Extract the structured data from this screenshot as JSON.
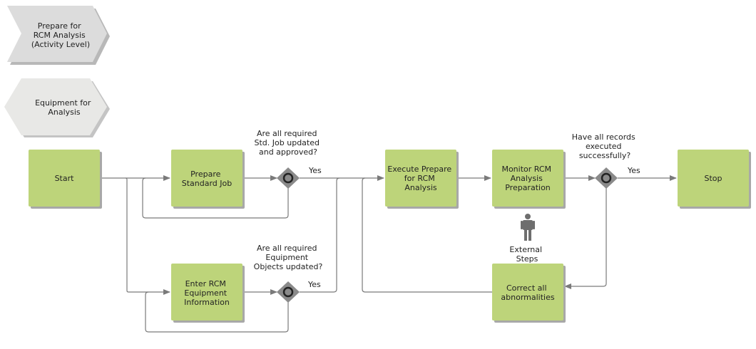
{
  "colors": {
    "activity_fill": "#bdd47a",
    "activity_shadow": "#9a9a9a",
    "chevron_fill": "#dcdcdc",
    "hexagon_fill": "#e8e8e6",
    "gateway_fill": "#8a8a8a",
    "connector": "#7a7a7a"
  },
  "chevron": {
    "lines": [
      "Prepare for",
      "RCM Analysis",
      "(Activity Level)"
    ]
  },
  "hexagon": {
    "lines": [
      "Equipment for",
      "Analysis"
    ]
  },
  "activities": {
    "start": {
      "lines": [
        "Start"
      ]
    },
    "prepare_std_job": {
      "lines": [
        "Prepare",
        "Standard Job"
      ]
    },
    "enter_rcm": {
      "lines": [
        "Enter RCM",
        "Equipment",
        "Information"
      ]
    },
    "execute": {
      "lines": [
        "Execute Prepare",
        "for RCM",
        "Analysis"
      ]
    },
    "monitor": {
      "lines": [
        "Monitor RCM",
        "Analysis",
        "Preparation"
      ]
    },
    "correct": {
      "lines": [
        "Correct all",
        "abnormalities"
      ]
    },
    "stop": {
      "lines": [
        "Stop"
      ]
    }
  },
  "gateways": {
    "g1": {
      "question": [
        "Are all required",
        "Std. Job updated",
        "and approved?"
      ],
      "yes": "Yes"
    },
    "g2": {
      "question": [
        "Are all required",
        "Equipment",
        "Objects updated?"
      ],
      "yes": "Yes"
    },
    "g3": {
      "question": [
        "Have all records",
        "executed",
        "successfully?"
      ],
      "yes": "Yes"
    }
  },
  "external": {
    "icon": "person-icon",
    "lines": [
      "External",
      "Steps"
    ]
  }
}
